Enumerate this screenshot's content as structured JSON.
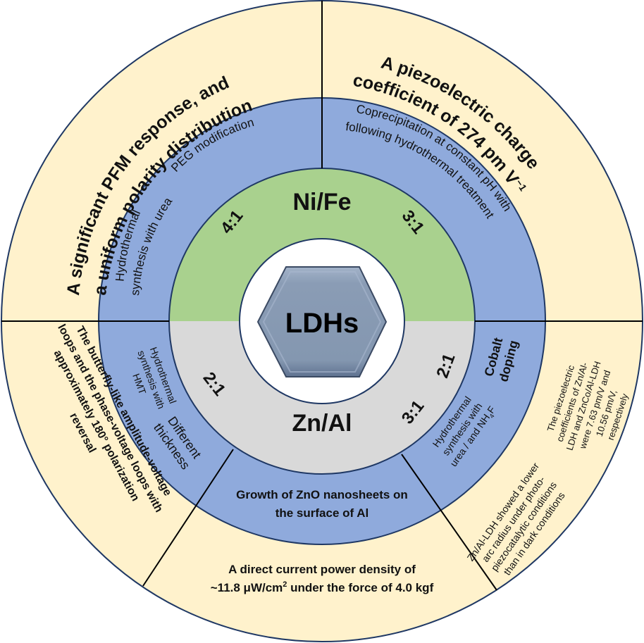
{
  "colors": {
    "outer_ring": "#fff2cc",
    "middle_ring": "#8faadc",
    "inner_top": "#a9d18e",
    "inner_bottom": "#d9d9d9",
    "core": "#ffffff",
    "hexagon": "#8497b0",
    "outline": "#1f3864"
  },
  "center": {
    "label": "LDHs"
  },
  "groups": {
    "top": {
      "label": "Ni/Fe"
    },
    "bottom": {
      "label": "Zn/Al"
    }
  },
  "ratios": {
    "nife_left": "4:1",
    "nife_right": "3:1",
    "znal_left": "2:1",
    "znal_right_lower": "3:1",
    "znal_right_upper": "2:1"
  },
  "synthesis": {
    "peg": "PEG modification",
    "urea_line1": "Hydrothermal",
    "urea_line2": "synthesis with urea",
    "copre_line1": "Coprecipitation at constant pH with",
    "copre_line2": "following hydrothermal treatment",
    "hmt_line1": "Hydrothermal",
    "hmt_line2": "synthesis with",
    "hmt_line3": "HMT",
    "thick_line1": "Different",
    "thick_line2": "thickness",
    "zno_line1": "Growth of ZnO nanosheets on",
    "zno_line2": "the surface of Al",
    "nh4f_line1": "Hydrothermal",
    "nh4f_line2": "synthesis with",
    "nh4f_line3": "urea / and NH",
    "nh4f_sub": "4",
    "nh4f_end": "F",
    "cobalt_line1": "Cobalt",
    "cobalt_line2": "doping"
  },
  "properties": {
    "pfm_line1": "A significant PFM response, and",
    "pfm_line2": "a uniform polarity distribution",
    "piezo_line1": "A piezoelectric charge",
    "piezo_line2": "coefficient of 274 pm V",
    "piezo_sup": "−1",
    "butterfly_line1": "The butterfly-like amplitude-voltage",
    "butterfly_line2": "loops and the phase-voltage loops with",
    "butterfly_line3": "approximately 180° polarization",
    "butterfly_line4": "reversal",
    "power_line1": "A direct current power density of",
    "power_line2a": "~11.8 μW/cm",
    "power_sup": "2",
    "power_line2b": " under the force of 4.0 kgf",
    "arc_line1": "Zn/Al-LDH showed a lower",
    "arc_line2": "arc radius under photo-",
    "arc_line3": "piezocatalytic conditions",
    "arc_line4": "than in dark conditions",
    "coef_line1": "The piezoelectric",
    "coef_line2": "coefficients of Zn/Al-",
    "coef_line3": "LDH and ZnCo/Al-LDH",
    "coef_line4": "were 7.63 pm/V and",
    "coef_line5": "10.56 pm/V,",
    "coef_line6": "respectively"
  }
}
